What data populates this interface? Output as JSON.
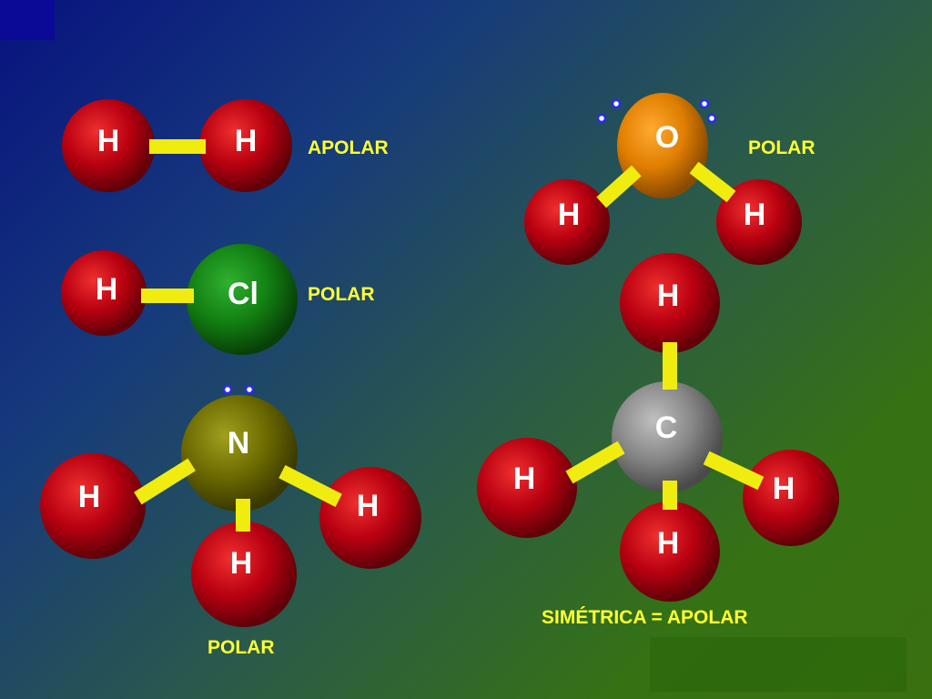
{
  "colors": {
    "hydrogen": "#b80010",
    "chlorine": "#128012",
    "oxygen": "#e07e00",
    "nitrogen": "#6c6a00",
    "carbon": "#868686",
    "bond": "#f0ec10",
    "lone_pair": "#2a2af5",
    "label": "#ffff33"
  },
  "molecules": [
    {
      "id": "h2",
      "atoms": [
        "H",
        "H"
      ],
      "label": "APOLAR"
    },
    {
      "id": "hcl",
      "atoms": [
        "H",
        "Cl"
      ],
      "label": "POLAR"
    },
    {
      "id": "nh3",
      "atoms": [
        "N",
        "H",
        "H",
        "H"
      ],
      "label": "POLAR"
    },
    {
      "id": "h2o",
      "atoms": [
        "O",
        "H",
        "H"
      ],
      "label": "POLAR"
    },
    {
      "id": "ch4",
      "atoms": [
        "C",
        "H",
        "H",
        "H",
        "H"
      ],
      "label": "SIMÉTRICA = APOLAR"
    }
  ]
}
